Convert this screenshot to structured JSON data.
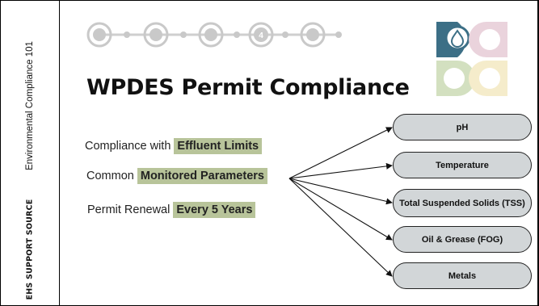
{
  "sidebar": {
    "brand": "EHS SUPPORT SOURCE",
    "course": "Environmental Compliance 101"
  },
  "progress": {
    "current_step": "4",
    "total_steps": 5
  },
  "title": "WPDES Permit Compliance",
  "items": [
    {
      "text": "Compliance with ",
      "highlight": "Effluent Limits"
    },
    {
      "text": "Common ",
      "highlight": "Monitored Parameters"
    },
    {
      "text": "Permit Renewal ",
      "highlight": "Every 5 Years"
    }
  ],
  "parameters": [
    "pH",
    "Temperature",
    "Total Suspended Solids (TSS)",
    "Oil & Grease (FOG)",
    "Metals"
  ],
  "colors": {
    "highlight": "#b8c49a",
    "parameter_fill": "#d2d6d8",
    "step_circles": "#c9c9c9",
    "logo_teal": "#3c6f86",
    "logo_pink": "#ead3dc",
    "logo_green": "#d3e0c0",
    "logo_yellow": "#f5eccb"
  },
  "icons": [
    "water-drop-icon"
  ]
}
